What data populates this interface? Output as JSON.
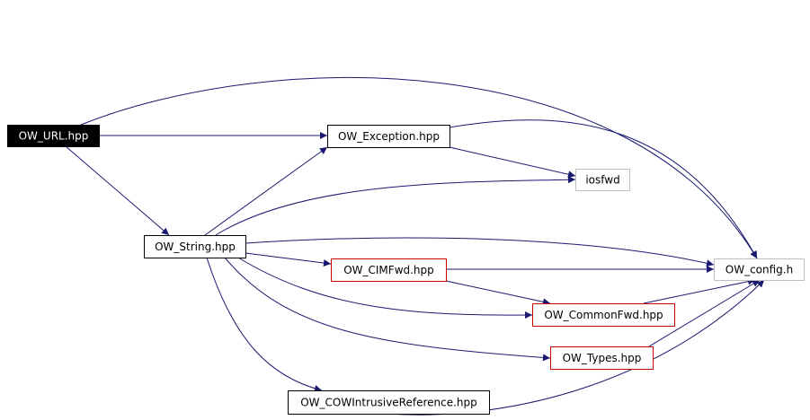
{
  "nodes": {
    "url": {
      "label": "OW_URL.hpp",
      "style": "current"
    },
    "exc": {
      "label": "OW_Exception.hpp",
      "style": "normal"
    },
    "iosfwd": {
      "label": "iosfwd",
      "style": "external"
    },
    "string": {
      "label": "OW_String.hpp",
      "style": "normal"
    },
    "config": {
      "label": "OW_config.h",
      "style": "external"
    },
    "cimfwd": {
      "label": "OW_CIMFwd.hpp",
      "style": "truncated"
    },
    "common": {
      "label": "OW_CommonFwd.hpp",
      "style": "truncated"
    },
    "types": {
      "label": "OW_Types.hpp",
      "style": "truncated"
    },
    "cow": {
      "label": "OW_COWIntrusiveReference.hpp",
      "style": "normal"
    }
  },
  "edges": [
    {
      "from": "url",
      "to": "config"
    },
    {
      "from": "url",
      "to": "exc"
    },
    {
      "from": "url",
      "to": "string"
    },
    {
      "from": "exc",
      "to": "config"
    },
    {
      "from": "exc",
      "to": "iosfwd"
    },
    {
      "from": "string",
      "to": "exc"
    },
    {
      "from": "string",
      "to": "iosfwd"
    },
    {
      "from": "string",
      "to": "config"
    },
    {
      "from": "string",
      "to": "cimfwd"
    },
    {
      "from": "string",
      "to": "common"
    },
    {
      "from": "string",
      "to": "types"
    },
    {
      "from": "string",
      "to": "cow"
    },
    {
      "from": "cimfwd",
      "to": "config"
    },
    {
      "from": "cimfwd",
      "to": "common"
    },
    {
      "from": "common",
      "to": "config"
    },
    {
      "from": "types",
      "to": "config"
    },
    {
      "from": "cow",
      "to": "config"
    }
  ],
  "colors": {
    "edge": "#191970",
    "current_fill": "#000000",
    "current_text": "#ffffff",
    "normal_border": "#000000",
    "truncated_border": "#cc0000",
    "external_border": "#bfbfbf",
    "text": "#000000"
  }
}
